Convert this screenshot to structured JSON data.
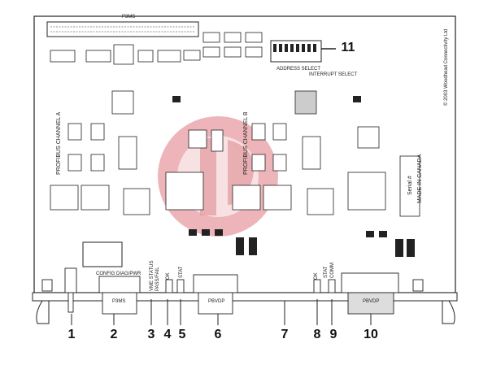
{
  "callouts": [
    "1",
    "2",
    "3",
    "4",
    "5",
    "6",
    "7",
    "8",
    "9",
    "10",
    "11"
  ],
  "board": {
    "header_label": "P3MS",
    "channel_a": "PROFIBUS CHANNEL A",
    "channel_b": "PROFIBUS CHANNEL B",
    "config": "CONFIG DIAG/PWR",
    "vme_status": "VME STATUS",
    "pass_fail": "PASS/FAIL",
    "ok_1": "OK",
    "ok_2": "OK",
    "st_1": "STAT",
    "stat_1": "STAT",
    "comm": "COMM",
    "address_select": "ADDRESS SELECT",
    "interrupt_select": "INTERRUPT SELECT",
    "serial": "Serial #",
    "made_in": "MADE IN CANADA",
    "copyright": "© 2003 Woodhead Connectivity Ltd",
    "connector_1": "P3MS",
    "connector_2": "PBVDP",
    "connector_3": "PBVDP"
  },
  "colors": {
    "watermark": "#e07a82",
    "outline": "#222222"
  }
}
